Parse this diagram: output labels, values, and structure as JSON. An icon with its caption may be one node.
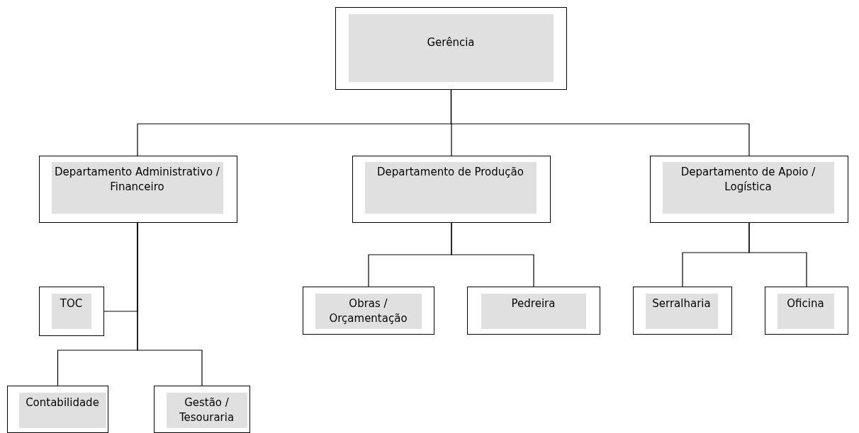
{
  "diagram": {
    "nodes": [
      {
        "text": [
          "Gerência"
        ]
      },
      {
        "text": [
          "Departamento Administrativo / Financeiro"
        ]
      },
      {
        "text": [
          "Departamento de Produção"
        ]
      },
      {
        "text": [
          "Departamento de Apoio / Logística"
        ]
      },
      {
        "text": [
          "TOC"
        ]
      },
      {
        "text": [
          "Obras / Orçamentação"
        ]
      },
      {
        "text": [
          "Pedreira"
        ]
      },
      {
        "text": [
          "Serralharia"
        ]
      },
      {
        "text": [
          "Oficina"
        ]
      },
      {
        "text": [
          "Contabilidade"
        ]
      },
      {
        "text": [
          "Gestão / Tesouraria"
        ]
      }
    ],
    "edges": [
      {
        "from": 0,
        "to": 1,
        "arrow": "none"
      },
      {
        "from": 0,
        "to": 2,
        "arrow": "none"
      },
      {
        "from": 0,
        "to": 3,
        "arrow": "none"
      },
      {
        "from": 1,
        "to": 4,
        "arrow": "none"
      },
      {
        "from": 1,
        "to": 9,
        "arrow": "none"
      },
      {
        "from": 1,
        "to": 10,
        "arrow": "none"
      },
      {
        "from": 2,
        "to": 5,
        "arrow": "none"
      },
      {
        "from": 2,
        "to": 6,
        "arrow": "none"
      },
      {
        "from": 3,
        "to": 7,
        "arrow": "none"
      },
      {
        "from": 3,
        "to": 8,
        "arrow": "none"
      }
    ]
  }
}
